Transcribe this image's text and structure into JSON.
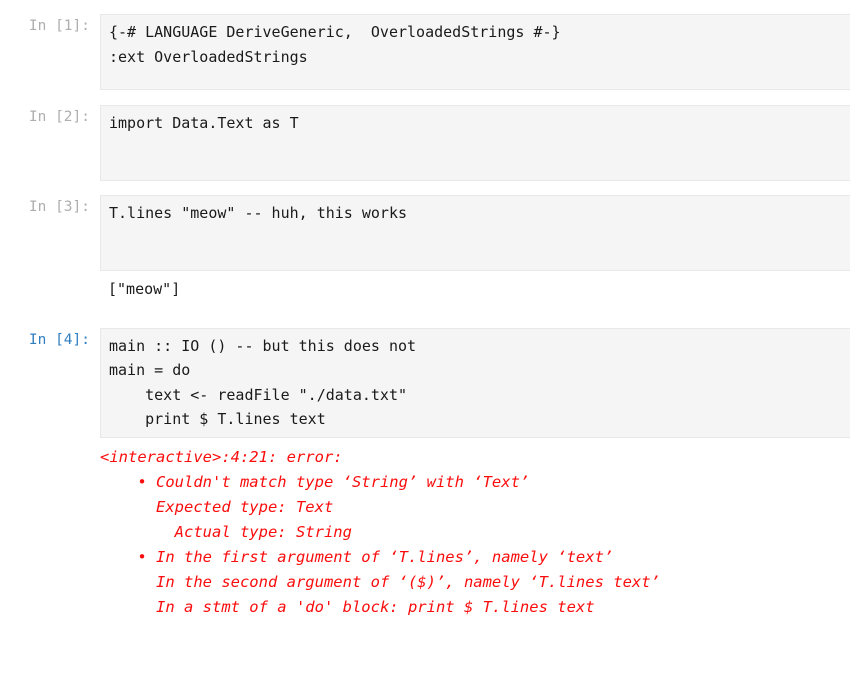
{
  "notebook": {
    "kernel_language": "haskell",
    "cells": [
      {
        "type": "code",
        "prompt": "In [1]:",
        "prompt_active": false,
        "source": [
          "{-# LANGUAGE DeriveGeneric,  OverloadedStrings #-}",
          ":ext OverloadedStrings"
        ],
        "outputs": []
      },
      {
        "type": "code",
        "prompt": "In [2]:",
        "prompt_active": false,
        "source": [
          "import Data.Text as T"
        ],
        "outputs": []
      },
      {
        "type": "code",
        "prompt": "In [3]:",
        "prompt_active": false,
        "source": [
          "T.lines \"meow\" -- huh, this works"
        ],
        "outputs": [
          {
            "kind": "text",
            "lines": [
              "[\"meow\"]"
            ]
          }
        ]
      },
      {
        "type": "code",
        "prompt": "In [4]:",
        "prompt_active": true,
        "source": [
          "main :: IO () -- but this does not",
          "main = do",
          "    text <- readFile \"./data.txt\"",
          "    print $ T.lines text"
        ],
        "outputs": [
          {
            "kind": "error",
            "lines": [
              "<interactive>:4:21: error:",
              "    • Couldn't match type ‘String’ with ‘Text’",
              "      Expected type: Text",
              "        Actual type: String",
              "    • In the first argument of ‘T.lines’, namely ‘text’",
              "      In the second argument of ‘($)’, namely ‘T.lines text’",
              "      In a stmt of a 'do' block: print $ T.lines text"
            ]
          }
        ]
      }
    ]
  },
  "colors": {
    "page_background": "#ffffff",
    "cell_background": "#f5f5f5",
    "cell_border": "#e8e8e8",
    "prompt_idle": "#aeaeae",
    "prompt_active": "#307fc1",
    "code_text": "#1a1a1a",
    "error_text": "#fb0d0d"
  }
}
